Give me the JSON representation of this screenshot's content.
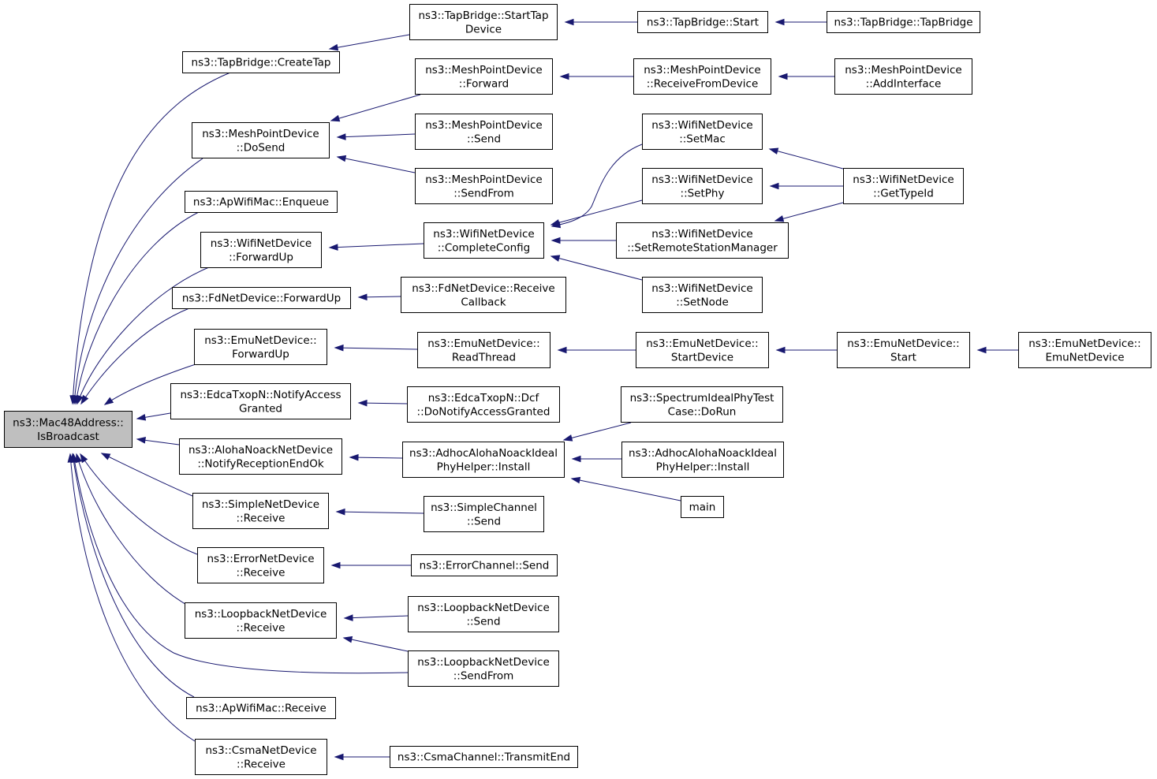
{
  "root": "mac48-isbroadcast",
  "nodes": [
    {
      "id": "mac48-isbroadcast",
      "lines": [
        "ns3::Mac48Address::",
        "IsBroadcast"
      ]
    },
    {
      "id": "tapbridge-createtap",
      "lines": [
        "ns3::TapBridge::CreateTap"
      ]
    },
    {
      "id": "tapbridge-starttapdevice",
      "lines": [
        "ns3::TapBridge::StartTap",
        "Device"
      ]
    },
    {
      "id": "tapbridge-start",
      "lines": [
        "ns3::TapBridge::Start"
      ]
    },
    {
      "id": "tapbridge-tapbridge",
      "lines": [
        "ns3::TapBridge::TapBridge"
      ]
    },
    {
      "id": "meshpointdevice-dosend",
      "lines": [
        "ns3::MeshPointDevice",
        "::DoSend"
      ]
    },
    {
      "id": "meshpointdevice-forward",
      "lines": [
        "ns3::MeshPointDevice",
        "::Forward"
      ]
    },
    {
      "id": "meshpointdevice-receivefromdevice",
      "lines": [
        "ns3::MeshPointDevice",
        "::ReceiveFromDevice"
      ]
    },
    {
      "id": "meshpointdevice-addinterface",
      "lines": [
        "ns3::MeshPointDevice",
        "::AddInterface"
      ]
    },
    {
      "id": "meshpointdevice-send",
      "lines": [
        "ns3::MeshPointDevice",
        "::Send"
      ]
    },
    {
      "id": "meshpointdevice-sendfrom",
      "lines": [
        "ns3::MeshPointDevice",
        "::SendFrom"
      ]
    },
    {
      "id": "apwifimac-enqueue",
      "lines": [
        "ns3::ApWifiMac::Enqueue"
      ]
    },
    {
      "id": "wifinetdevice-forwardup",
      "lines": [
        "ns3::WifiNetDevice",
        "::ForwardUp"
      ]
    },
    {
      "id": "wifinetdevice-completeconfig",
      "lines": [
        "ns3::WifiNetDevice",
        "::CompleteConfig"
      ]
    },
    {
      "id": "wifinetdevice-setmac",
      "lines": [
        "ns3::WifiNetDevice",
        "::SetMac"
      ]
    },
    {
      "id": "wifinetdevice-setphy",
      "lines": [
        "ns3::WifiNetDevice",
        "::SetPhy"
      ]
    },
    {
      "id": "wifinetdevice-setremotestationmanager",
      "lines": [
        "ns3::WifiNetDevice",
        "::SetRemoteStationManager"
      ]
    },
    {
      "id": "wifinetdevice-setnode",
      "lines": [
        "ns3::WifiNetDevice",
        "::SetNode"
      ]
    },
    {
      "id": "wifinetdevice-gettypeid",
      "lines": [
        "ns3::WifiNetDevice",
        "::GetTypeId"
      ]
    },
    {
      "id": "fdnetdevice-forwardup",
      "lines": [
        "ns3::FdNetDevice::ForwardUp"
      ]
    },
    {
      "id": "fdnetdevice-receivecallback",
      "lines": [
        "ns3::FdNetDevice::Receive",
        "Callback"
      ]
    },
    {
      "id": "emunetdevice-forwardup",
      "lines": [
        "ns3::EmuNetDevice::",
        "ForwardUp"
      ]
    },
    {
      "id": "emunetdevice-readthread",
      "lines": [
        "ns3::EmuNetDevice::",
        "ReadThread"
      ]
    },
    {
      "id": "emunetdevice-startdevice",
      "lines": [
        "ns3::EmuNetDevice::",
        "StartDevice"
      ]
    },
    {
      "id": "emunetdevice-start",
      "lines": [
        "ns3::EmuNetDevice::",
        "Start"
      ]
    },
    {
      "id": "emunetdevice-emunetdevice",
      "lines": [
        "ns3::EmuNetDevice::",
        "EmuNetDevice"
      ]
    },
    {
      "id": "edcatxopn-notifyaccessgranted",
      "lines": [
        "ns3::EdcaTxopN::NotifyAccess",
        "Granted"
      ]
    },
    {
      "id": "edcatxopn-donotifyaccessgranted",
      "lines": [
        "ns3::EdcaTxopN::Dcf",
        "::DoNotifyAccessGranted"
      ]
    },
    {
      "id": "alohanoacknetdevice-notifyreceptionendok",
      "lines": [
        "ns3::AlohaNoackNetDevice",
        "::NotifyReceptionEndOk"
      ]
    },
    {
      "id": "adhocalohanoackidealphyhelper-install",
      "lines": [
        "ns3::AdhocAlohaNoackIdeal",
        "PhyHelper::Install"
      ]
    },
    {
      "id": "spectrumidealphytestcase-dorun",
      "lines": [
        "ns3::SpectrumIdealPhyTest",
        "Case::DoRun"
      ]
    },
    {
      "id": "adhocalohanoackidealphyhelper-install-2",
      "lines": [
        "ns3::AdhocAlohaNoackIdeal",
        "PhyHelper::Install"
      ]
    },
    {
      "id": "main",
      "lines": [
        "main"
      ]
    },
    {
      "id": "simplenetdevice-receive",
      "lines": [
        "ns3::SimpleNetDevice",
        "::Receive"
      ]
    },
    {
      "id": "simplechannel-send",
      "lines": [
        "ns3::SimpleChannel",
        "::Send"
      ]
    },
    {
      "id": "errornetdevice-receive",
      "lines": [
        "ns3::ErrorNetDevice",
        "::Receive"
      ]
    },
    {
      "id": "errorchannel-send",
      "lines": [
        "ns3::ErrorChannel::Send"
      ]
    },
    {
      "id": "loopbacknetdevice-receive",
      "lines": [
        "ns3::LoopbackNetDevice",
        "::Receive"
      ]
    },
    {
      "id": "loopbacknetdevice-send",
      "lines": [
        "ns3::LoopbackNetDevice",
        "::Send"
      ]
    },
    {
      "id": "loopbacknetdevice-sendfrom",
      "lines": [
        "ns3::LoopbackNetDevice",
        "::SendFrom"
      ]
    },
    {
      "id": "apwifimac-receive",
      "lines": [
        "ns3::ApWifiMac::Receive"
      ]
    },
    {
      "id": "csmanetdevice-receive",
      "lines": [
        "ns3::CsmaNetDevice",
        "::Receive"
      ]
    },
    {
      "id": "csmachannel-transmitend",
      "lines": [
        "ns3::CsmaChannel::TransmitEnd"
      ]
    }
  ],
  "edges": [
    {
      "from": "tapbridge-createtap",
      "to": "mac48-isbroadcast"
    },
    {
      "from": "meshpointdevice-dosend",
      "to": "mac48-isbroadcast"
    },
    {
      "from": "apwifimac-enqueue",
      "to": "mac48-isbroadcast"
    },
    {
      "from": "wifinetdevice-forwardup",
      "to": "mac48-isbroadcast"
    },
    {
      "from": "fdnetdevice-forwardup",
      "to": "mac48-isbroadcast"
    },
    {
      "from": "emunetdevice-forwardup",
      "to": "mac48-isbroadcast"
    },
    {
      "from": "edcatxopn-notifyaccessgranted",
      "to": "mac48-isbroadcast"
    },
    {
      "from": "alohanoacknetdevice-notifyreceptionendok",
      "to": "mac48-isbroadcast"
    },
    {
      "from": "simplenetdevice-receive",
      "to": "mac48-isbroadcast"
    },
    {
      "from": "errornetdevice-receive",
      "to": "mac48-isbroadcast"
    },
    {
      "from": "loopbacknetdevice-receive",
      "to": "mac48-isbroadcast"
    },
    {
      "from": "loopbacknetdevice-sendfrom",
      "to": "mac48-isbroadcast"
    },
    {
      "from": "apwifimac-receive",
      "to": "mac48-isbroadcast"
    },
    {
      "from": "csmanetdevice-receive",
      "to": "mac48-isbroadcast"
    },
    {
      "from": "tapbridge-starttapdevice",
      "to": "tapbridge-createtap"
    },
    {
      "from": "tapbridge-start",
      "to": "tapbridge-starttapdevice"
    },
    {
      "from": "tapbridge-tapbridge",
      "to": "tapbridge-start"
    },
    {
      "from": "meshpointdevice-forward",
      "to": "meshpointdevice-dosend"
    },
    {
      "from": "meshpointdevice-send",
      "to": "meshpointdevice-dosend"
    },
    {
      "from": "meshpointdevice-sendfrom",
      "to": "meshpointdevice-dosend"
    },
    {
      "from": "meshpointdevice-receivefromdevice",
      "to": "meshpointdevice-forward"
    },
    {
      "from": "meshpointdevice-addinterface",
      "to": "meshpointdevice-receivefromdevice"
    },
    {
      "from": "wifinetdevice-completeconfig",
      "to": "wifinetdevice-forwardup"
    },
    {
      "from": "wifinetdevice-setmac",
      "to": "wifinetdevice-completeconfig"
    },
    {
      "from": "wifinetdevice-setphy",
      "to": "wifinetdevice-completeconfig"
    },
    {
      "from": "wifinetdevice-setremotestationmanager",
      "to": "wifinetdevice-completeconfig"
    },
    {
      "from": "wifinetdevice-setnode",
      "to": "wifinetdevice-completeconfig"
    },
    {
      "from": "wifinetdevice-gettypeid",
      "to": "wifinetdevice-setmac"
    },
    {
      "from": "wifinetdevice-gettypeid",
      "to": "wifinetdevice-setphy"
    },
    {
      "from": "wifinetdevice-gettypeid",
      "to": "wifinetdevice-setremotestationmanager"
    },
    {
      "from": "fdnetdevice-receivecallback",
      "to": "fdnetdevice-forwardup"
    },
    {
      "from": "emunetdevice-readthread",
      "to": "emunetdevice-forwardup"
    },
    {
      "from": "emunetdevice-startdevice",
      "to": "emunetdevice-readthread"
    },
    {
      "from": "emunetdevice-start",
      "to": "emunetdevice-startdevice"
    },
    {
      "from": "emunetdevice-emunetdevice",
      "to": "emunetdevice-start"
    },
    {
      "from": "edcatxopn-donotifyaccessgranted",
      "to": "edcatxopn-notifyaccessgranted"
    },
    {
      "from": "adhocalohanoackidealphyhelper-install",
      "to": "alohanoacknetdevice-notifyreceptionendok"
    },
    {
      "from": "spectrumidealphytestcase-dorun",
      "to": "adhocalohanoackidealphyhelper-install"
    },
    {
      "from": "adhocalohanoackidealphyhelper-install-2",
      "to": "adhocalohanoackidealphyhelper-install"
    },
    {
      "from": "main",
      "to": "adhocalohanoackidealphyhelper-install"
    },
    {
      "from": "simplechannel-send",
      "to": "simplenetdevice-receive"
    },
    {
      "from": "errorchannel-send",
      "to": "errornetdevice-receive"
    },
    {
      "from": "loopbacknetdevice-send",
      "to": "loopbacknetdevice-receive"
    },
    {
      "from": "loopbacknetdevice-sendfrom",
      "to": "loopbacknetdevice-receive"
    },
    {
      "from": "csmachannel-transmitend",
      "to": "csmanetdevice-receive"
    }
  ],
  "colors": {
    "edge": "#191970",
    "root_fill": "#bfbfbf",
    "node_fill": "#ffffff",
    "node_border": "#000000"
  }
}
